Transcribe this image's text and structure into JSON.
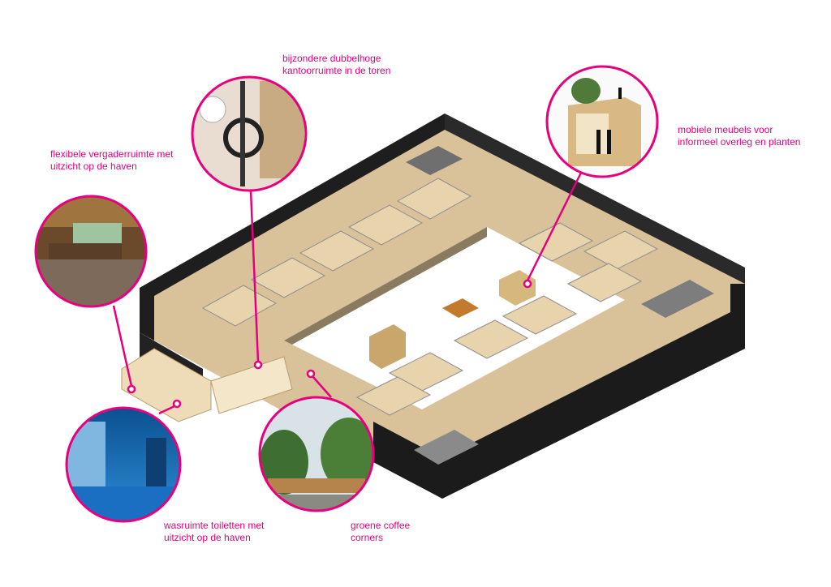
{
  "accent_color": "#e6007e",
  "callouts": [
    {
      "id": "tower",
      "text": "bijzondere dubbelhoge\nkantoorruimte in de toren"
    },
    {
      "id": "meeting",
      "text": "flexibele vergaderruimte met\nuitzicht op de haven"
    },
    {
      "id": "furniture",
      "text": "mobiele meubels voor\ninformeel overleg en planten"
    },
    {
      "id": "toilets",
      "text": "wasruimte toiletten met\nuitzicht op de haven"
    },
    {
      "id": "coffee",
      "text": "groene coffee\ncorners"
    }
  ]
}
